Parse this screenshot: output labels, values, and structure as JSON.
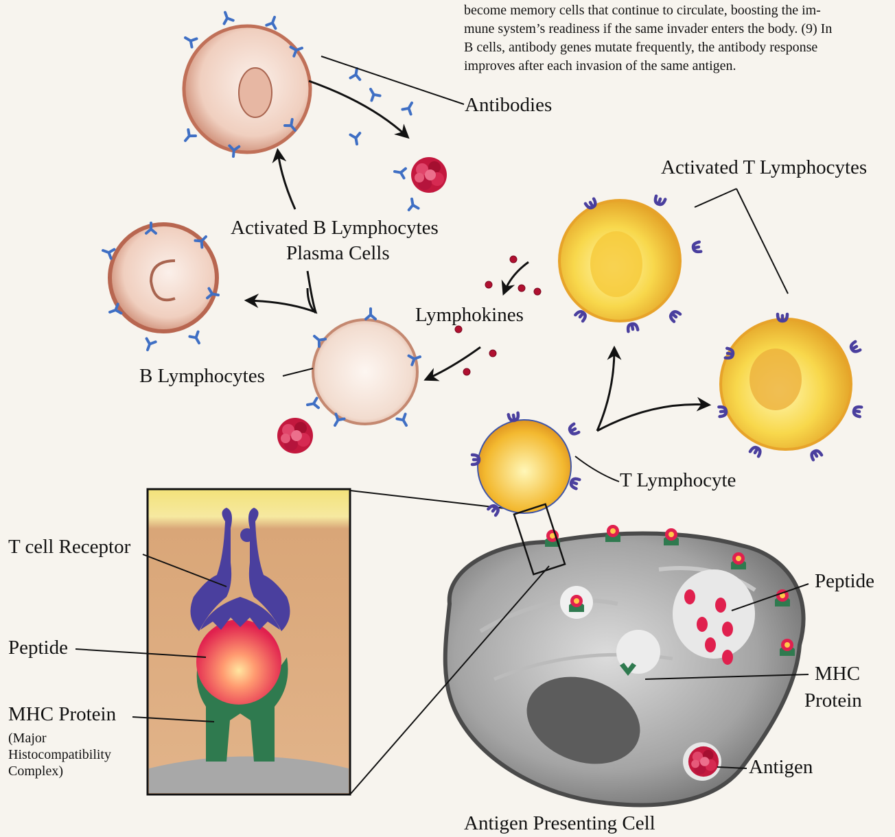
{
  "paragraph": {
    "lines": [
      "become memory cells that continue to circulate, boosting the im-",
      "mune system’s readiness if the same invader enters the body. (9) In",
      "B cells, antibody genes mutate frequently, the antibody response",
      "improves after each invasion of the same antigen."
    ]
  },
  "labels": {
    "antibodies": "Antibodies",
    "activated_b_line1": "Activated B Lymphocytes",
    "activated_b_line2": "Plasma Cells",
    "activated_t": "Activated T Lymphocytes",
    "lymphokines": "Lymphokines",
    "b_lymphocytes": "B Lymphocytes",
    "t_lymphocyte": "T Lymphocyte",
    "t_cell_receptor": "T cell Receptor",
    "peptide_inset": "Peptide",
    "mhc_inset": "MHC Protein",
    "mhc_note_line1": "(Major",
    "mhc_note_line2": "Histocompatibility",
    "mhc_note_line3": "Complex)",
    "peptide_apc": "Peptide",
    "mhc_apc_line1": "MHC",
    "mhc_apc_line2": "Protein",
    "antigen": "Antigen",
    "apc": "Antigen Presenting Cell"
  },
  "colors": {
    "b_cell_rim": "#c9846c",
    "b_cell_fill": "#f2d6c8",
    "t_cell_rim": "#e0a224",
    "t_cell_fill": "#f9dc54",
    "antibody_blue": "#3f6fc4",
    "receptor_purple": "#4a3f9e",
    "mhc_green": "#2f7a4f",
    "antigen_red": "#c3183e",
    "apc_gray": "#6f6f6f",
    "background": "#f7f4ee"
  }
}
